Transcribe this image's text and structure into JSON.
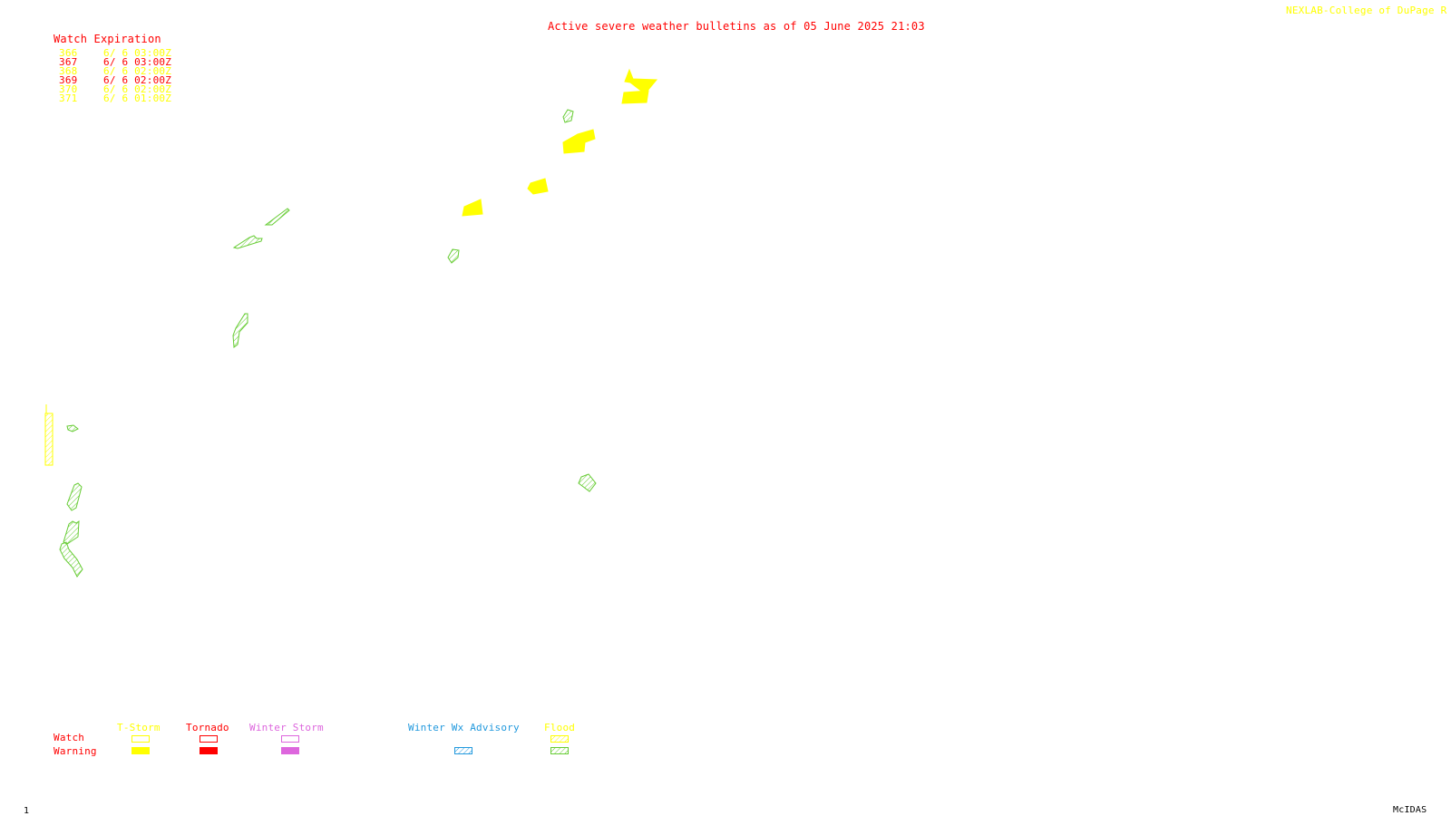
{
  "header": {
    "title": "Active severe weather bulletins as of 05 June 2025 21:03",
    "credit": "NEXLAB-College of DuPage R"
  },
  "watch_table": {
    "heading": "Watch Expiration",
    "rows": [
      {
        "id": "366",
        "expires": "6/ 6 03:00Z",
        "type": "T-Storm",
        "color": "#ffff00"
      },
      {
        "id": "367",
        "expires": "6/ 6 03:00Z",
        "type": "Tornado",
        "color": "#ff0000"
      },
      {
        "id": "368",
        "expires": "6/ 6 02:00Z",
        "type": "T-Storm",
        "color": "#ffff00"
      },
      {
        "id": "369",
        "expires": "6/ 6 02:00Z",
        "type": "Tornado",
        "color": "#ff0000"
      },
      {
        "id": "370",
        "expires": "6/ 6 02:00Z",
        "type": "T-Storm",
        "color": "#ffff00"
      },
      {
        "id": "371",
        "expires": "6/ 6 01:00Z",
        "type": "T-Storm",
        "color": "#ffff00"
      }
    ]
  },
  "legend": {
    "row_labels": {
      "watch": "Watch",
      "warning": "Warning"
    },
    "categories": {
      "tstorm": {
        "label": "T-Storm",
        "color": "#ffff00"
      },
      "tornado": {
        "label": "Tornado",
        "color": "#ff0000"
      },
      "winter_storm": {
        "label": "Winter Storm",
        "color": "#dd66dd"
      },
      "winter_adv": {
        "label": "Winter Wx Advisory",
        "color": "#2299dd"
      },
      "flood": {
        "label": "Flood",
        "color": "#ffff00"
      }
    },
    "flood_warning_color": "#66cc33"
  },
  "footer": {
    "frame_number": "1",
    "software": "McIDAS"
  },
  "colors": {
    "title_red": "#ff0000",
    "tstorm_yellow": "#ffff00",
    "flood_green": "#66cc33"
  }
}
